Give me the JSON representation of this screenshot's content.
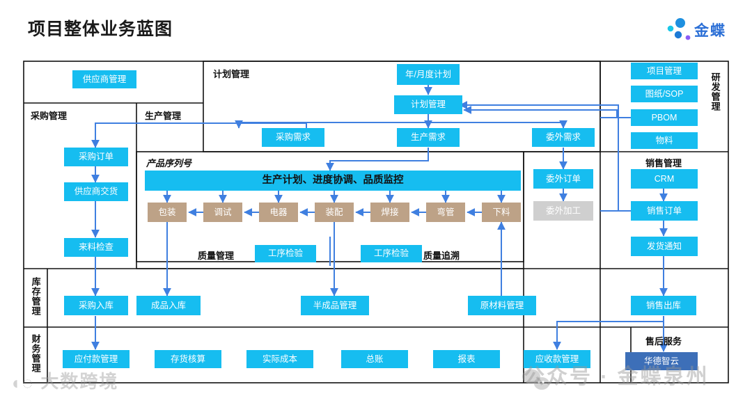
{
  "header": {
    "title": "项目整体业务蓝图",
    "logo_text": "金蝶",
    "logo_icon": "kingdee-dots-logo",
    "logo_colors": [
      "#1e9ae6",
      "#15c5e8",
      "#1e7bd6",
      "#8b5cf6"
    ]
  },
  "colors": {
    "cyan": "#16bdf0",
    "tan": "#bda287",
    "gray": "#cfcfcf",
    "darkblue": "#3d6fb8",
    "arrow": "#3f7fe0",
    "frame": "#111111"
  },
  "sections": {
    "supplier_area": "",
    "purchase": "采购管理",
    "production": "生产管理",
    "plan": "计划管理",
    "rnd": "研发管理",
    "serial": "产品序列号",
    "quality": "质量管理",
    "quality_trace": "质量追溯",
    "sales": "销售管理",
    "inventory": "库存管理",
    "finance": "财务管理",
    "aftersales": "售后服务"
  },
  "nodes": {
    "supplier_mgmt": "供应商管理",
    "purchase_order": "采购订单",
    "supplier_delivery": "供应商交货",
    "incoming_inspection": "来料检查",
    "yearly_monthly_plan": "年/月度计划",
    "plan_mgmt": "计划管理",
    "purchase_demand": "采购需求",
    "production_demand": "生产需求",
    "outsource_demand": "委外需求",
    "project_mgmt": "项目管理",
    "drawing_sop": "图纸/SOP",
    "pbom": "PBOM",
    "material": "物料",
    "prod_plan_bar": "生产计划、进度协调、品质监控",
    "packing": "包装",
    "debug": "调试",
    "electrical": "电器",
    "assembly": "装配",
    "welding": "焊接",
    "bending": "弯管",
    "cutting": "下料",
    "process_inspect_1": "工序检验",
    "process_inspect_2": "工序检验",
    "outsource_order": "委外订单",
    "outsource_process": "委外加工",
    "crm": "CRM",
    "sales_order": "销售订单",
    "delivery_notice": "发货通知",
    "purchase_in": "采购入库",
    "finished_in": "成品入库",
    "semi_finished": "半成品管理",
    "raw_material": "原材料管理",
    "sales_out": "销售出库",
    "payable_mgmt": "应付款管理",
    "inventory_accounting": "存货核算",
    "actual_cost": "实际成本",
    "general_ledger": "总账",
    "report": "报表",
    "receivable_mgmt": "应收款管理",
    "aftersales_cloud": "华德智云"
  },
  "watermarks": {
    "bottom_left": "大数跨境",
    "center": "公众号 · 金蝶泉州",
    "chat_icon": "wechat-icon"
  }
}
